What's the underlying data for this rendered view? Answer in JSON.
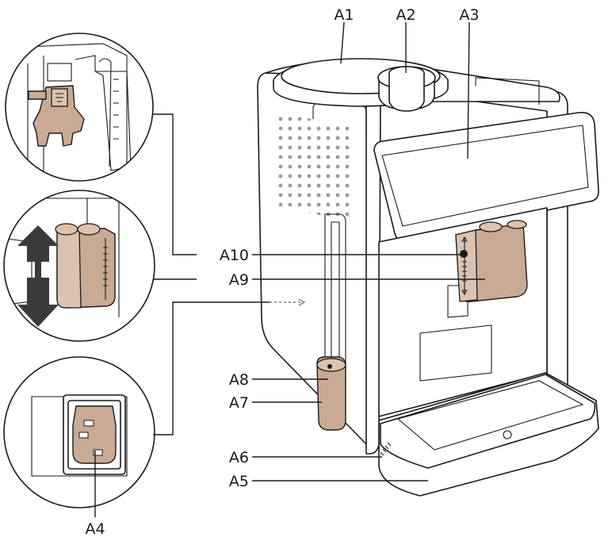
{
  "labels": {
    "a1": "A1",
    "a2": "A2",
    "a3": "A3",
    "a4": "A4",
    "a5": "A5",
    "a6": "A6",
    "a7": "A7",
    "a8": "A8",
    "a9": "A9",
    "a10": "A10"
  },
  "colors": {
    "accent_part": "#c9aa94",
    "outline": "#1a1a1a",
    "arrow": "#333333"
  }
}
